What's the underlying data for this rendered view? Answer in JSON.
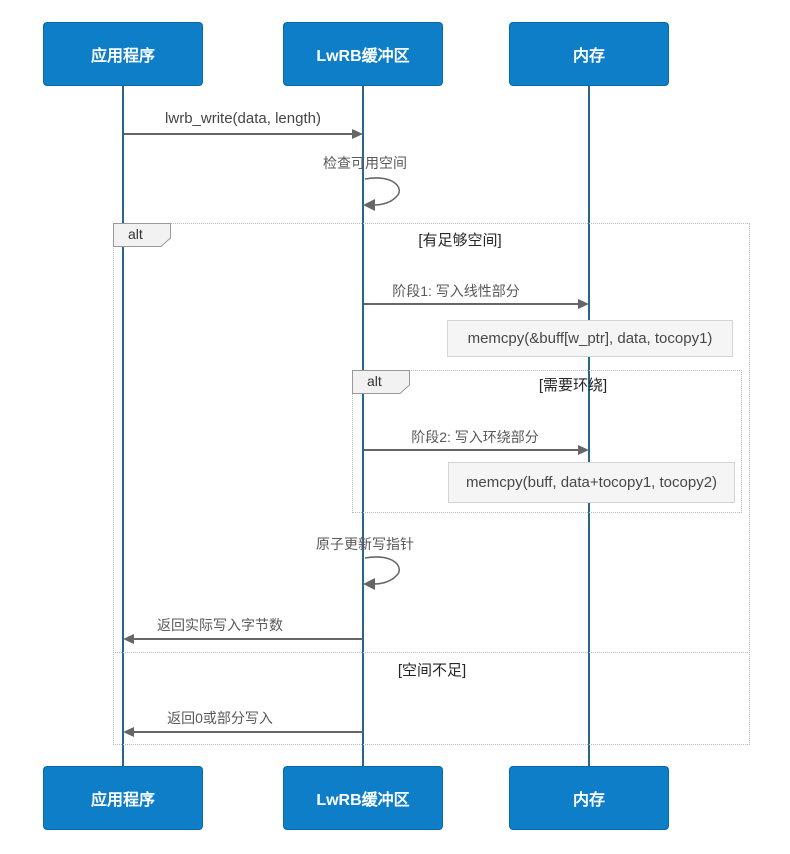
{
  "participants": [
    {
      "label": "应用程序"
    },
    {
      "label": "LwRB缓冲区"
    },
    {
      "label": "内存"
    }
  ],
  "messages": {
    "write_call": "lwrb_write(data, length)",
    "check_space": "检查可用空间",
    "phase1": "阶段1: 写入线性部分",
    "note1": "memcpy(&buff[w_ptr], data, tocopy1)",
    "phase2": "阶段2: 写入环绕部分",
    "note2": "memcpy(buff, data+tocopy1, tocopy2)",
    "atomic_update": "原子更新写指针",
    "return_written": "返回实际写入字节数",
    "return_partial": "返回0或部分写入"
  },
  "frames": {
    "outer": {
      "label": "alt",
      "condition_if": "[有足够空间]",
      "condition_else": "[空间不足]"
    },
    "inner": {
      "label": "alt",
      "condition": "[需要环绕]"
    }
  },
  "colors": {
    "actor_fill": "#0d7ec7",
    "actor_border": "#0a6aa8",
    "actor_text": "#ffffff",
    "lifeline": "#256693",
    "arrow": "#666666",
    "message_text": "#595959",
    "condition_text": "#262626",
    "note_fill": "#f5f5f5",
    "note_border": "#d4d4d4",
    "frame_border": "#b8b8b8",
    "frame_label_fill": "#f2f2f2",
    "frame_label_border": "#999999"
  }
}
